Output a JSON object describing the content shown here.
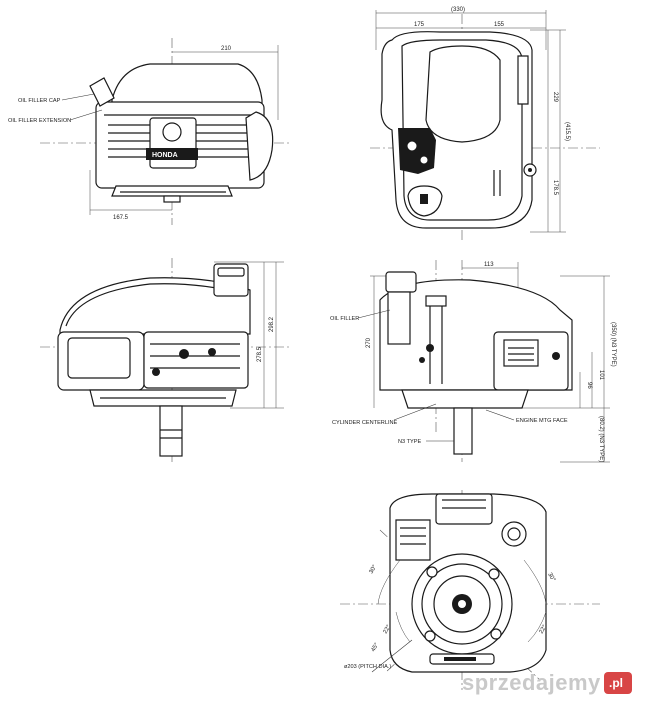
{
  "views": {
    "front": {
      "labels": {
        "oil_filler_cap": "OIL FILLER CAP",
        "oil_filler_extension": "OIL FILLER EXTENSION",
        "brand": "HONDA"
      },
      "dims": {
        "width_top": "210",
        "width_bottom": "167.5"
      }
    },
    "top": {
      "dims": {
        "overall": "(330)",
        "left": "175",
        "right": "155",
        "h1": "229",
        "h2": "(415.5)",
        "h3": "178.5"
      }
    },
    "side": {
      "dims": {
        "h1": "278.5",
        "h2": "298.2"
      }
    },
    "section": {
      "labels": {
        "oil_filler": "OIL FILLER",
        "cylinder_centerline": "CYLINDER CENTERLINE",
        "engine_mtg_face": "ENGINE MTG FACE",
        "n3_type": "N3 TYPE"
      },
      "dims": {
        "top": "113",
        "left_h": "270",
        "r1": "(350) (N3 TYPE)",
        "r2": "101",
        "r3": "96",
        "r4": "(80.2) (N3 TYPE)"
      }
    },
    "bottom": {
      "labels": {
        "pitch": "ø203 (PITCH DIA.)"
      },
      "dims": {
        "a1": "30°",
        "a2": "30°",
        "a3": "22°",
        "a4": "22°",
        "a5": "45°"
      }
    }
  },
  "watermark": {
    "text": "sprzedajemy",
    "suffix": ".pl"
  }
}
